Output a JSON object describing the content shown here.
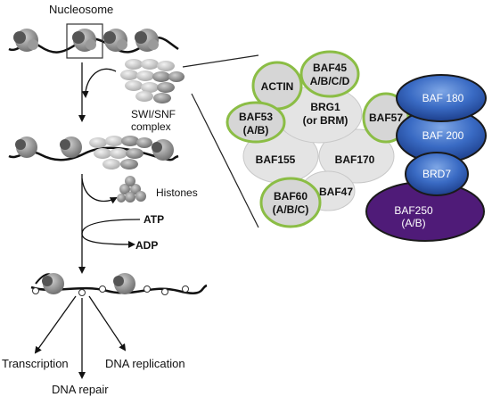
{
  "left_panel": {
    "nucleosome_label": "Nucleosome",
    "swisnf_label_line1": "SWI/SNF",
    "swisnf_label_line2": "complex",
    "histones_label": "Histones",
    "atp_label": "ATP",
    "adp_label": "ADP",
    "outcomes": {
      "transcription": "Transcription",
      "dna_repair": "DNA repair",
      "dna_replication": "DNA replication"
    }
  },
  "complex": {
    "subunits": [
      {
        "id": "actin",
        "lines": [
          "ACTIN"
        ],
        "style": "grey-green"
      },
      {
        "id": "baf45",
        "lines": [
          "BAF45",
          "A/B/C/D"
        ],
        "style": "grey-green"
      },
      {
        "id": "baf53",
        "lines": [
          "BAF53",
          "(A/B)"
        ],
        "style": "grey-green"
      },
      {
        "id": "brg1",
        "lines": [
          "BRG1",
          "(or BRM)"
        ],
        "style": "grey"
      },
      {
        "id": "baf57",
        "lines": [
          "BAF57"
        ],
        "style": "grey-green"
      },
      {
        "id": "baf155",
        "lines": [
          "BAF155"
        ],
        "style": "grey"
      },
      {
        "id": "baf170",
        "lines": [
          "BAF170"
        ],
        "style": "grey"
      },
      {
        "id": "baf60",
        "lines": [
          "BAF60",
          "(A/B/C)"
        ],
        "style": "grey-green"
      },
      {
        "id": "baf47",
        "lines": [
          "BAF47"
        ],
        "style": "grey"
      },
      {
        "id": "baf180",
        "lines": [
          "BAF 180"
        ],
        "style": "blue"
      },
      {
        "id": "baf200",
        "lines": [
          "BAF 200"
        ],
        "style": "blue"
      },
      {
        "id": "brd7",
        "lines": [
          "BRD7"
        ],
        "style": "blue"
      },
      {
        "id": "baf250",
        "lines": [
          "BAF250",
          "(A/B)"
        ],
        "style": "purple"
      }
    ]
  },
  "colors": {
    "grey_fill": "#e4e4e4",
    "green_outline": "#8bbd45",
    "blue": "#2f5db5",
    "purple": "#4f1b78",
    "nucleosome": "#8a8a8a"
  }
}
